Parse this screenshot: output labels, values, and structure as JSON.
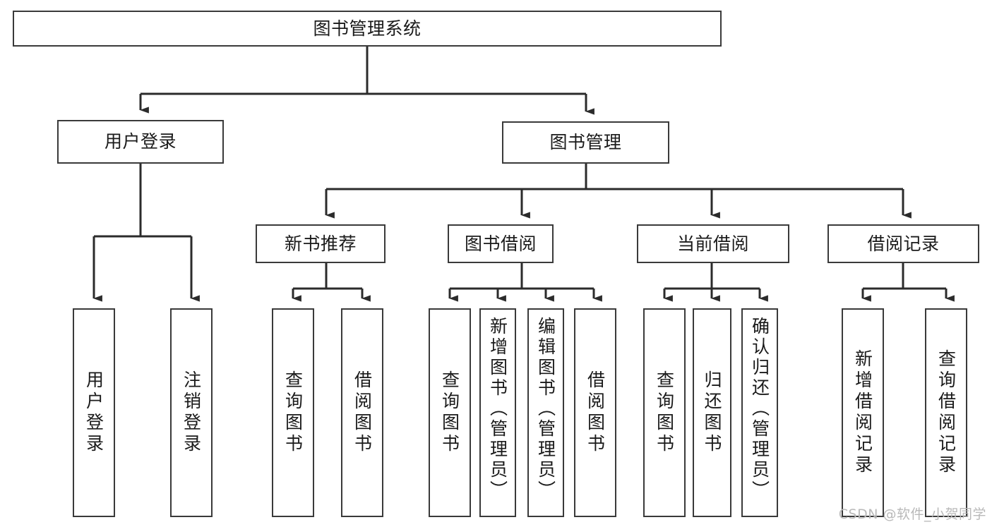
{
  "diagram": {
    "title": "图书管理系统",
    "type": "tree",
    "orientation": "top-down",
    "colors": {
      "box_border": "#3a3a3a",
      "box_fill": "#ffffff",
      "edge": "#2b2b2b",
      "text": "#1a1a1a",
      "watermark": "#b9b9b9",
      "background": "#ffffff"
    },
    "root": {
      "label": "图书管理系统"
    },
    "level1": [
      {
        "id": "user-login",
        "label": "用户登录"
      },
      {
        "id": "book-manage",
        "label": "图书管理"
      }
    ],
    "level2": [
      {
        "id": "new-book-recommend",
        "label": "新书推荐",
        "parent": "book-manage"
      },
      {
        "id": "book-borrow",
        "label": "图书借阅",
        "parent": "book-manage"
      },
      {
        "id": "current-borrow",
        "label": "当前借阅",
        "parent": "book-manage"
      },
      {
        "id": "borrow-record",
        "label": "借阅记录",
        "parent": "book-manage"
      }
    ],
    "leaves": {
      "user-login": [
        {
          "id": "leaf-user-login",
          "label": "用户登录"
        },
        {
          "id": "leaf-user-logout",
          "label": "注销登录"
        }
      ],
      "new-book-recommend": [
        {
          "id": "leaf-query-book-1",
          "label": "查询图书"
        },
        {
          "id": "leaf-borrow-book-1",
          "label": "借阅图书"
        }
      ],
      "book-borrow": [
        {
          "id": "leaf-query-book-2",
          "label": "查询图书"
        },
        {
          "id": "leaf-add-book",
          "label": "新增图书（管理员）"
        },
        {
          "id": "leaf-edit-book",
          "label": "编辑图书（管理员）"
        },
        {
          "id": "leaf-borrow-book-2",
          "label": "借阅图书"
        }
      ],
      "current-borrow": [
        {
          "id": "leaf-query-book-3",
          "label": "查询图书"
        },
        {
          "id": "leaf-return-book",
          "label": "归还图书"
        },
        {
          "id": "leaf-confirm-return",
          "label": "确认归还（管理员）"
        }
      ],
      "borrow-record": [
        {
          "id": "leaf-add-record",
          "label": "新增借阅记录"
        },
        {
          "id": "leaf-query-record",
          "label": "查询借阅记录"
        }
      ]
    },
    "watermark": "CSDN @软件_小贺同学"
  }
}
